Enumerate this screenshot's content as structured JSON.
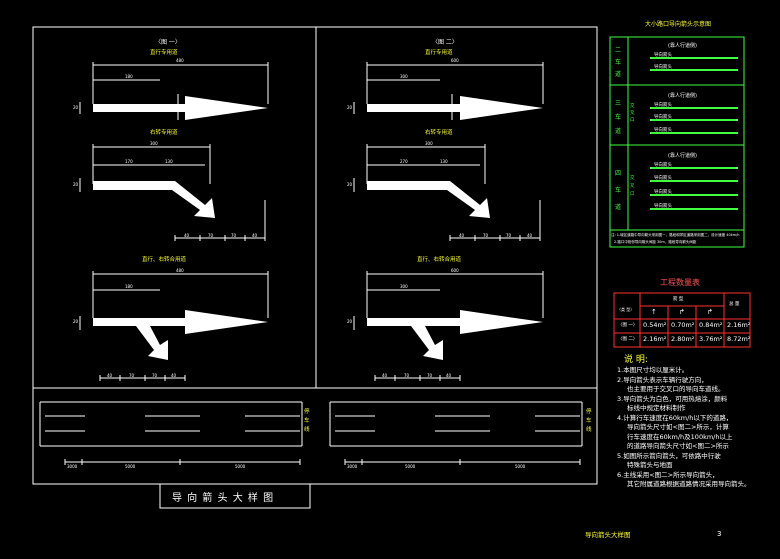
{
  "panel1": {
    "title": "〈图 一〉",
    "arrows": [
      {
        "label": "直行专用道",
        "dims": {
          "overall": "480",
          "part1": "180",
          "width": "20"
        }
      },
      {
        "label": "右转专用道",
        "dims": {
          "overall": "300",
          "part1": "170",
          "part2": "130",
          "width": "20",
          "b1": "40",
          "b2": "70",
          "b3": "70",
          "b4": "40"
        }
      },
      {
        "label": "直行、右转合用道",
        "dims": {
          "overall": "480",
          "part1": "180",
          "width": "20",
          "b1": "40",
          "b2": "70",
          "b3": "70",
          "b4": "40"
        }
      }
    ]
  },
  "panel2": {
    "title": "〈图 二〉",
    "arrows": [
      {
        "label": "直行专用道",
        "dims": {
          "overall": "600",
          "part1": "300",
          "width": "20"
        }
      },
      {
        "label": "右转专用道",
        "dims": {
          "overall": "300",
          "part1": "270",
          "part2": "130",
          "width": "20",
          "b1": "40",
          "b2": "70",
          "b3": "70",
          "b4": "40"
        }
      },
      {
        "label": "直行、右转合用道",
        "dims": {
          "overall": "600",
          "part1": "300",
          "width": "20",
          "b1": "40",
          "b2": "70",
          "b3": "70",
          "b4": "40"
        }
      }
    ]
  },
  "road": {
    "side_label": "停车线",
    "dims": [
      "3000",
      "5000",
      "5000"
    ]
  },
  "main_title": "导 向 箭 头 大 样 图",
  "lane_table": {
    "title": "大小路口导向箭头示意图",
    "groups": [
      {
        "label": "二车道",
        "header": "(靠人行道侧)",
        "rows": [
          "导向箭头",
          "导向箭头"
        ],
        "side": ""
      },
      {
        "label": "三车道",
        "header": "(靠人行道侧)",
        "rows": [
          "导向箭头",
          "导向箭头",
          "导向箭头"
        ],
        "side": "交叉口"
      },
      {
        "label": "四车道",
        "header": "(靠人行道侧)",
        "rows": [
          "导向箭头",
          "导向箭头",
          "导向箭头",
          "导向箭头"
        ],
        "side": "交叉口"
      }
    ],
    "note1": "注: 1.城区道路中导向箭头采用图一，路段和郊区道路采用图二，设计速度 40km/h",
    "note2": "2.路口中相邻导向箭头间距 30m，路段导向箭头间距"
  },
  "quantity": {
    "title": "工程数量表",
    "head_type": "〈类 型〉",
    "head_mid": "箭 型",
    "head_total": "总 量",
    "rows": [
      {
        "name": "〈图 一〉",
        "values": [
          "0.54m²",
          "0.70m²",
          "0.84m²",
          "2.16m²"
        ]
      },
      {
        "name": "〈图 二〉",
        "values": [
          "2.16m²",
          "2.80m²",
          "3.76m²",
          "8.72m²"
        ]
      }
    ]
  },
  "notes": {
    "title": "说 明:",
    "lines": [
      "1.本图尺寸均以厘米计。",
      "2.导向箭头表示车辆行驶方向，",
      "也主要用于交叉口的导向车道线。",
      "3.导向箭头为白色，可用热熔涂，颜料",
      "标线中规定材料制作",
      "4.计算行车速度在60km/h以下的道路，",
      "导向箭头尺寸如<图二>所示，计算",
      "行车速度在60km/h及100km/h以上",
      "的道路导向箭头尺寸如<图二>所示",
      "5.如图所示箭向箭头，可依路中行驶",
      "特殊箭头与地面",
      "6.主线采用<图二>所示导向箭头，",
      "其它附属道路根据道路情况采用导向箭头。"
    ]
  },
  "footer": {
    "title": "导向箭头大样图",
    "page": "3"
  }
}
